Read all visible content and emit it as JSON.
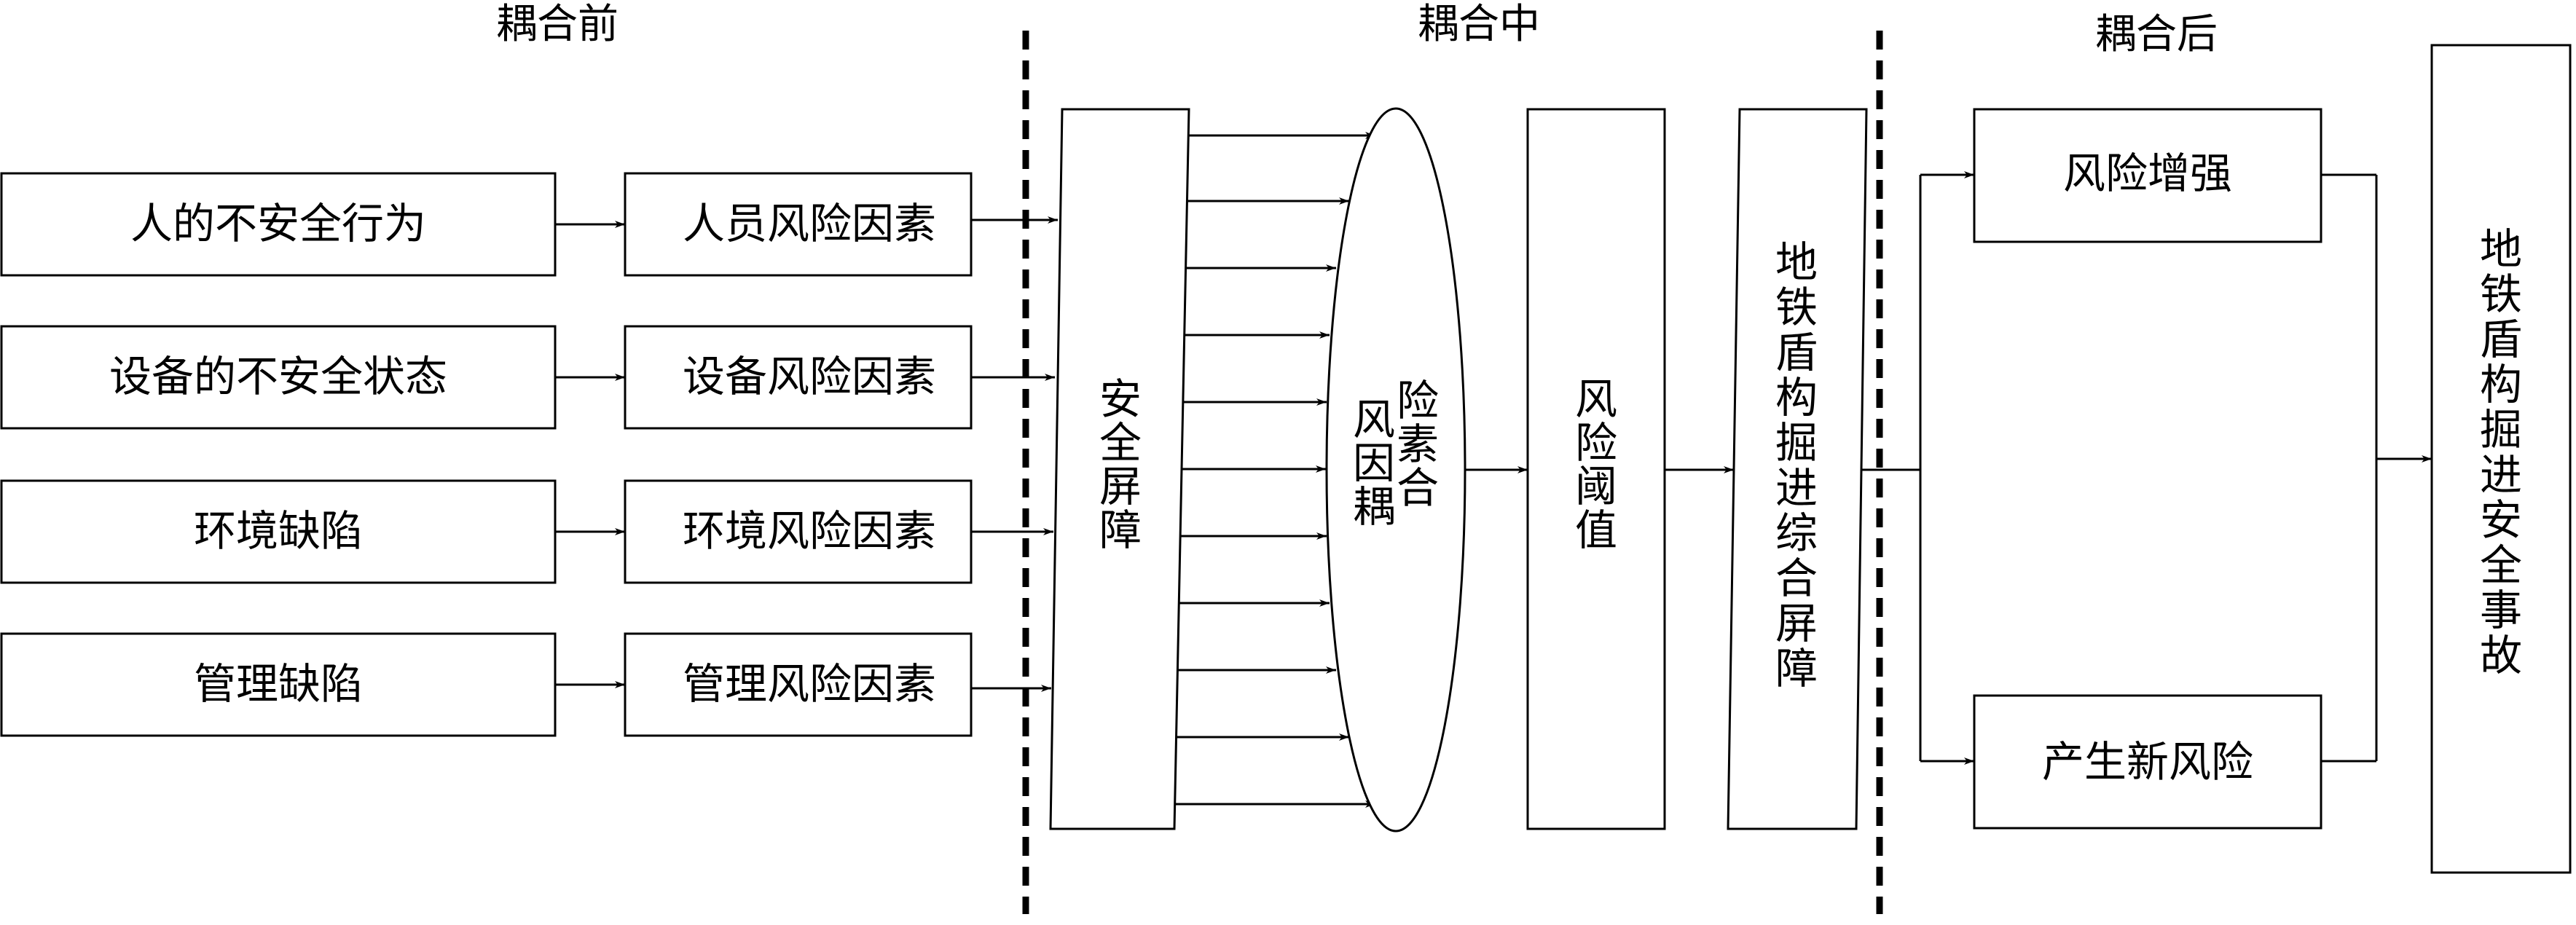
{
  "phases": {
    "before": "耦合前",
    "during": "耦合中",
    "after": "耦合后"
  },
  "causes": [
    "人的不安全行为",
    "设备的不安全状态",
    "环境缺陷",
    "管理缺陷"
  ],
  "risk_factors": [
    "人员风险因素",
    "设备风险因素",
    "环境风险因素",
    "管理风险因素"
  ],
  "safety_barrier": [
    "安",
    "全",
    "屏",
    "障"
  ],
  "coupling": {
    "col1": [
      "风",
      "因",
      "耦"
    ],
    "col2": [
      "险",
      "素",
      "合"
    ]
  },
  "risk_threshold": [
    "风",
    "险",
    "阈",
    "值"
  ],
  "comprehensive_barrier": [
    "地",
    "铁",
    "盾",
    "构",
    "掘",
    "进",
    "综",
    "合",
    "屏",
    "障"
  ],
  "outcomes": {
    "enhanced": "风险增强",
    "new_risk": "产生新风险"
  },
  "accident": [
    "地",
    "铁",
    "盾",
    "构",
    "掘",
    "进",
    "安",
    "全",
    "事",
    "故"
  ]
}
